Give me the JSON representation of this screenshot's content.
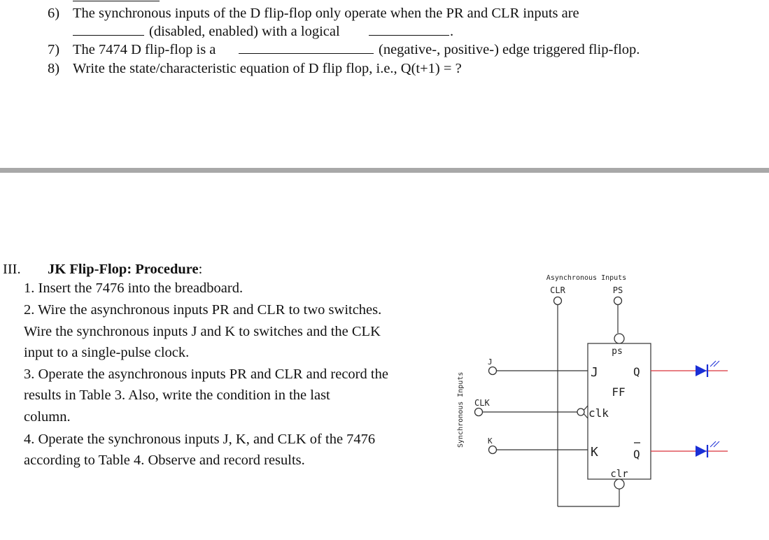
{
  "questions": {
    "q6": {
      "number": "6)",
      "line1": "The synchronous inputs of the D flip-flop only operate when the PR and CLR inputs are",
      "line2_opts": "(disabled, enabled) with a logical",
      "line2_end": "."
    },
    "q7": {
      "number": "7)",
      "prefix": "The 7474 D flip-flop is a",
      "suffix": "(negative-, positive-) edge triggered flip-flop."
    },
    "q8": {
      "number": "8)",
      "text": "Write the state/characteristic equation of D flip flop, i.e., Q(t+1) = ?"
    }
  },
  "section": {
    "numeral": "III.",
    "title": "JK Flip-Flop: Procedure",
    "colon": ":",
    "steps": [
      "1. Insert the 7476 into the breadboard.",
      "2. Wire the asynchronous inputs PR and CLR to two switches.",
      "Wire the synchronous inputs J and K to switches and the CLK",
      "input to a single-pulse clock.",
      "3. Operate the asynchronous inputs PR and CLR and record the",
      "results in Table 3. Also, write the condition in the last",
      "column.",
      "4. Operate the synchronous inputs J, K, and CLK of the 7476",
      "according to Table 4. Observe and record results."
    ]
  },
  "diagram": {
    "async_label": "Asynchronous Inputs",
    "clr_label": "CLR",
    "ps_label": "PS",
    "sync_label": "Synchronous Inputs",
    "j_label": "J",
    "clk_label": "CLK",
    "k_label": "K",
    "box_ps": "ps",
    "box_j": "J",
    "box_ff": "FF",
    "box_clk": "clk",
    "box_k": "K",
    "box_clr": "clr",
    "box_q": "Q",
    "box_qbar": "Q",
    "led_color": "#1a2fd6",
    "wire_red": "#d9333b"
  }
}
